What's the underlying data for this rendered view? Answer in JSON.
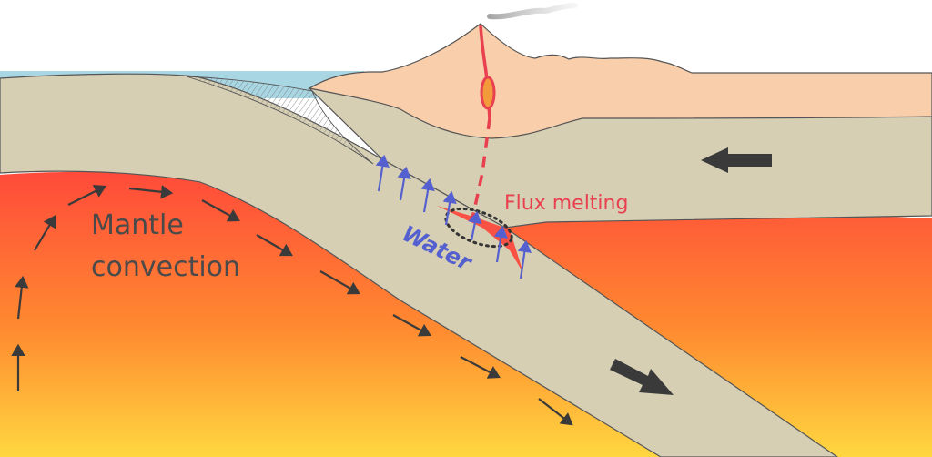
{
  "labels": {
    "mantle_line1": "Mantle",
    "mantle_line2": "convection",
    "flux_melting": "Flux melting",
    "water": "Water"
  },
  "colors": {
    "ocean": "#a9d6e3",
    "continental_crust": "#f8ceab",
    "plate": "#d6cfb4",
    "mantle_top": "#ff4a3a",
    "mantle_bottom": "#ffd23f",
    "magma": "#e8404f",
    "water_arrows": "#5560d0",
    "motion_arrows": "#3a3a3a"
  },
  "icons": {
    "plate_motion_left": "thick-arrow-left-icon",
    "plate_motion_down": "thick-arrow-down-right-icon",
    "volcano_smoke": "smoke-plume-icon",
    "melt_zone": "dotted-ellipse-icon"
  }
}
